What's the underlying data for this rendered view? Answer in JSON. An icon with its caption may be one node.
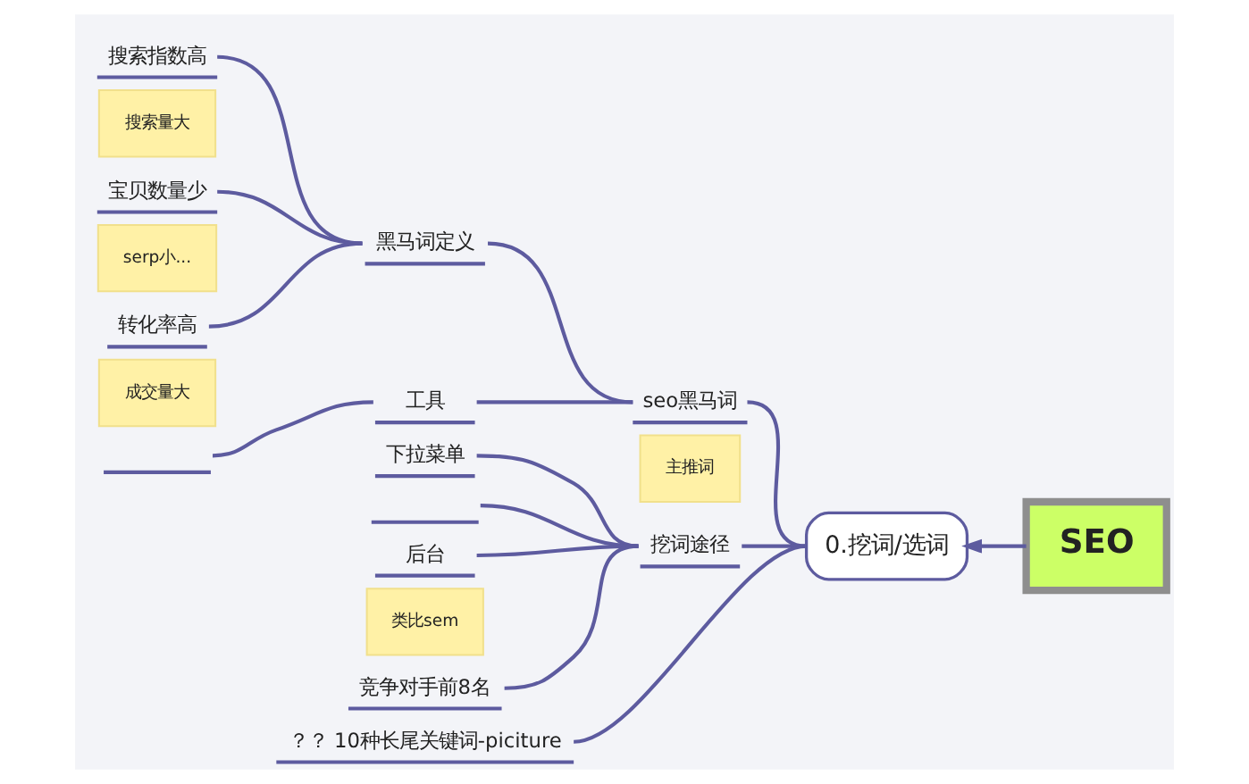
{
  "diagram": {
    "nodes": [
      {
        "text": [
          "搜索指数高"
        ]
      },
      {
        "text": [
          "搜索量大"
        ]
      },
      {
        "text": [
          "宝贝数量少"
        ]
      },
      {
        "text": [
          "serp小..."
        ]
      },
      {
        "text": [
          "黑马词定义"
        ]
      },
      {
        "text": [
          "转化率高"
        ]
      },
      {
        "text": [
          "成交量大"
        ]
      },
      {
        "text": [
          "seo黑马词"
        ]
      },
      {
        "text": [
          "主推词"
        ]
      },
      {
        "text": [],
        "shape": "line"
      },
      {
        "text": [
          "工具"
        ]
      },
      {
        "text": [
          "下拉菜单"
        ]
      },
      {
        "text": [],
        "shape": "line"
      },
      {
        "text": [
          "后台"
        ]
      },
      {
        "text": [
          "类比sem"
        ]
      },
      {
        "text": [
          "挖词途径"
        ]
      },
      {
        "text": [
          "竞争对手前8名"
        ]
      },
      {
        "text": [
          "？？ 10种长尾关键词-piciture"
        ]
      },
      {
        "text": [
          "0.挖词/选词"
        ]
      },
      {
        "text": [
          "SEO"
        ]
      }
    ],
    "edges": [
      {
        "from": 19,
        "to": 18,
        "arrow": "to"
      },
      {
        "from": 18,
        "to": 7,
        "arrow": "none"
      },
      {
        "from": 7,
        "to": 4,
        "arrow": "none"
      },
      {
        "from": 4,
        "to": 0,
        "arrow": "none"
      },
      {
        "from": 4,
        "to": 2,
        "arrow": "none"
      },
      {
        "from": 4,
        "to": 5,
        "arrow": "none"
      },
      {
        "from": 7,
        "to": 10,
        "arrow": "none"
      },
      {
        "from": 10,
        "to": 9,
        "arrow": "none"
      },
      {
        "from": 18,
        "to": 15,
        "arrow": "none"
      },
      {
        "from": 15,
        "to": 11,
        "arrow": "none"
      },
      {
        "from": 15,
        "to": 12,
        "arrow": "none"
      },
      {
        "from": 15,
        "to": 13,
        "arrow": "none"
      },
      {
        "from": 15,
        "to": 16,
        "arrow": "none"
      },
      {
        "from": 18,
        "to": 17,
        "arrow": "none"
      }
    ]
  }
}
